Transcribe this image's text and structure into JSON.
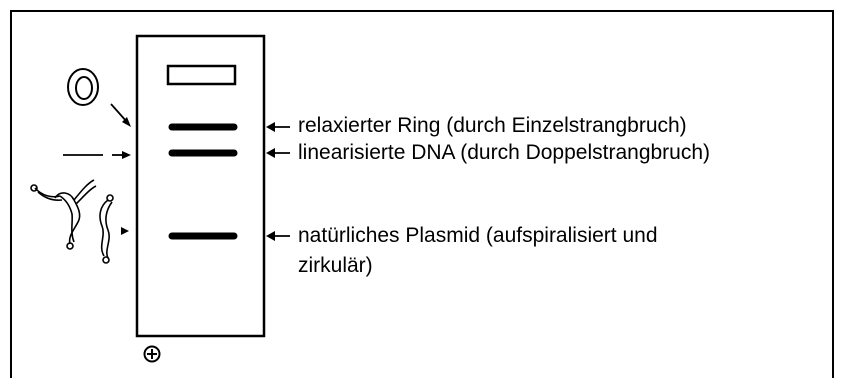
{
  "diagram": {
    "bands": [
      {
        "id": "relaxed",
        "label": "relaxierter Ring (durch Einzelstrangbruch)"
      },
      {
        "id": "linear",
        "label": "linearisierte DNA (durch Doppelstrangbruch)"
      },
      {
        "id": "supercoiled",
        "label_line1": "natürliches Plasmid (aufspiralisiert und",
        "label_line2": "zirkulär)"
      }
    ],
    "arrow_glyph": "←",
    "anode_symbol": "⊕"
  }
}
